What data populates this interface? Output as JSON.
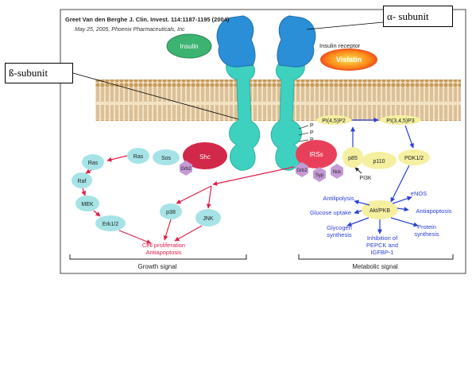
{
  "citation": "Greet Van den Berghe J. Clin. Invest. 114:1187-1195 (2004)",
  "credit": "May 25, 2005, Phoenix Pharmaceuticals, Inc",
  "callouts": {
    "alpha": "α- subunit",
    "beta": "ß-subunit"
  },
  "molecules": {
    "insulin": "Insulin",
    "insulin_receptor": "Insulin receptor",
    "visfatin": "Visfatin",
    "shc": "Shc",
    "irss": "IRSs",
    "grb2_left": "Grb2",
    "grb2_right": "Grb2",
    "syp": "Syp",
    "nck": "Nck",
    "sos": "Sos",
    "ras_1": "Ras",
    "ras_2": "Ras",
    "raf": "Raf",
    "mek": "MEK",
    "erk": "Erk1/2",
    "p38": "p38",
    "jnk": "JNK",
    "p85": "p85",
    "p110": "p110",
    "pi3k": "PI3K",
    "pdk": "PDK1/2",
    "akt": "Akt/PKB",
    "pip2": "PI(4,5)P2",
    "pip3": "PI(3,4,5)P3",
    "phospho": [
      "P",
      "P",
      "P"
    ]
  },
  "outputs": {
    "cell_prolif": [
      "Cell proliferation",
      "Antiapoptosis"
    ],
    "antilipolysis": "Antilipolysis",
    "glucose_uptake": "Glucose uptake",
    "glycogen": [
      "Glycogen",
      "synthesis"
    ],
    "inhibition": [
      "Inhibition of",
      "PEPCK and",
      "IGFBP-1"
    ],
    "protein": [
      "Protein",
      "synthesis"
    ],
    "enos": "eNOS",
    "antiapoptosis": "Antiapoptosis"
  },
  "sections": {
    "growth": "Growth signal",
    "metabolic": "Metabolic signal"
  },
  "colors": {
    "receptor_alpha": "#2a8fd6",
    "receptor_beta": "#3fd1c0",
    "membrane": "#d8b47a",
    "insulin": "#3cb371",
    "shc": "#d2284a",
    "irs": "#e8405a",
    "node": "#a6e3e6",
    "pi3k": "#f5f0a0",
    "grb2": "#c49ad6",
    "growth_arrow": "#e0204a",
    "metabolic_arrow": "#2a3fd6"
  }
}
